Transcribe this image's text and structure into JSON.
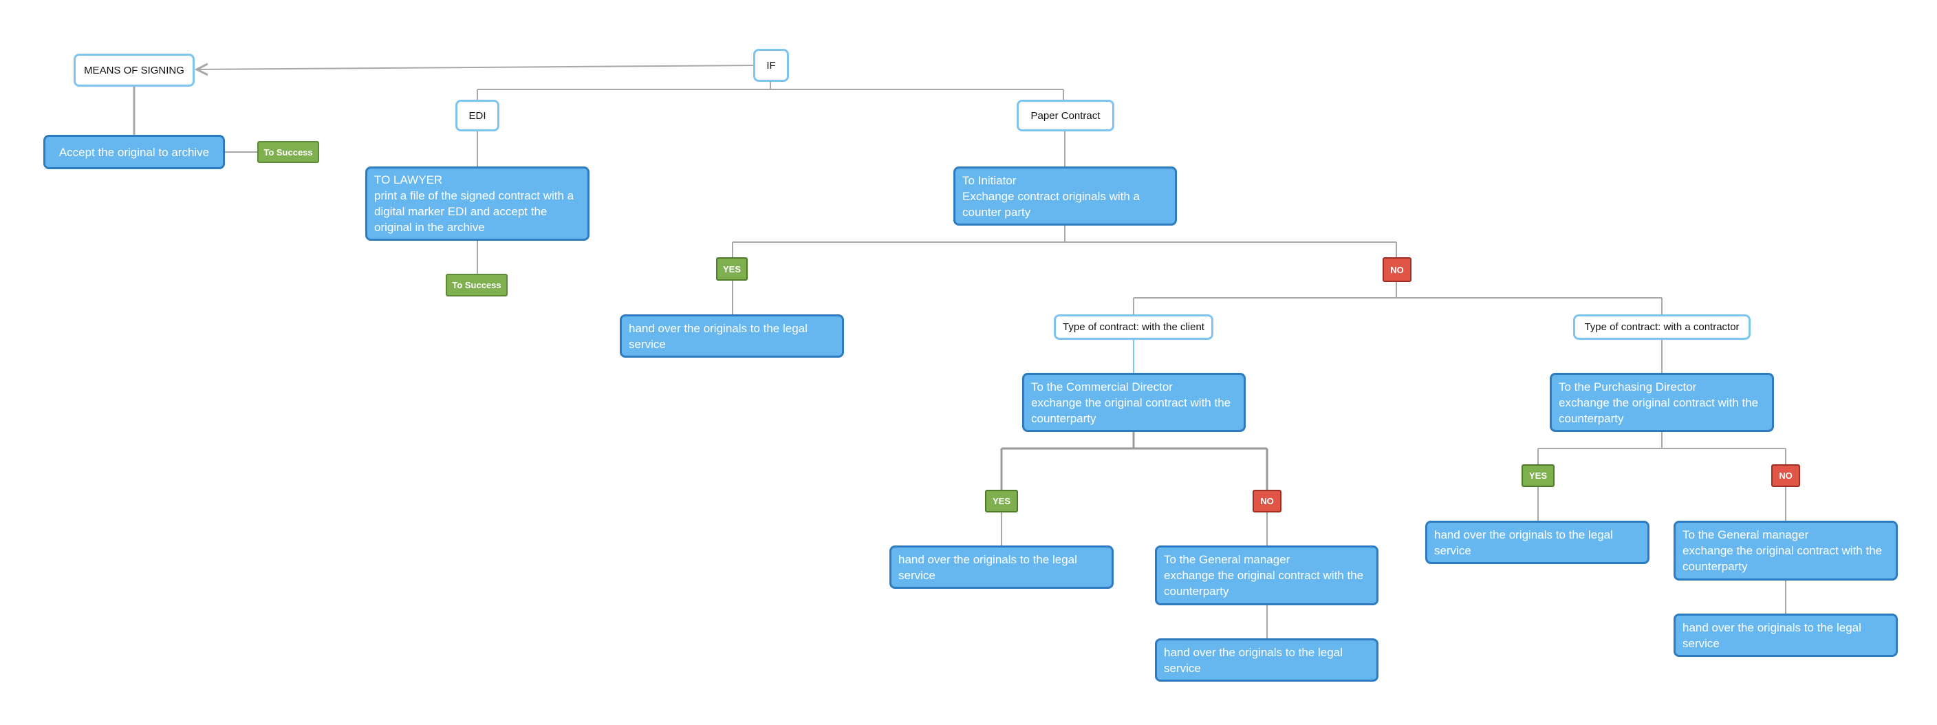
{
  "diagram": {
    "root": {
      "label": "IF"
    },
    "means_of_signing": {
      "label": "MEANS OF SIGNING",
      "action": "Accept the original to archive",
      "tag": "To Success"
    },
    "edi": {
      "label": "EDI",
      "action_lines": [
        "TO LAWYER",
        "print a file of the signed contract with a",
        "digital marker EDI and accept the",
        "original in the archive"
      ],
      "tag": "To Success"
    },
    "paper": {
      "label": "Paper Contract",
      "action_lines": [
        "To Initiator",
        "Exchange contract originals with a",
        "counter party"
      ],
      "yes_tag": "YES",
      "yes_action_lines": [
        "hand over the originals to the legal",
        "service"
      ],
      "no_tag": "NO",
      "client": {
        "label": "Type of contract: with the client",
        "action_lines": [
          "To the Commercial Director",
          "exchange the original contract with the",
          "counterparty"
        ],
        "yes_tag": "YES",
        "yes_action_lines": [
          "hand over the originals to the legal",
          "service"
        ],
        "no_tag": "NO",
        "no_action_lines": [
          "To the General manager",
          "exchange the original contract with the",
          "counterparty"
        ],
        "final_action_lines": [
          "hand over the originals to the legal",
          "service"
        ]
      },
      "contractor": {
        "label": "Type of contract: with a contractor",
        "action_lines": [
          "To the Purchasing Director",
          "exchange the original contract with the",
          "counterparty"
        ],
        "yes_tag": "YES",
        "yes_action_lines": [
          "hand over the originals to the legal",
          "service"
        ],
        "no_tag": "NO",
        "no_action_lines": [
          "To the General manager",
          "exchange the original contract with the",
          "counterparty"
        ],
        "final_action_lines": [
          "hand over the originals to the legal",
          "service"
        ]
      }
    },
    "colors": {
      "action_fill": "#66b7f0",
      "action_border": "#2e7cbf",
      "decision_border": "#7ec4f0",
      "yes_tag": "#7fb04f",
      "no_tag": "#e05546",
      "connector": "#a8a8a8"
    }
  }
}
